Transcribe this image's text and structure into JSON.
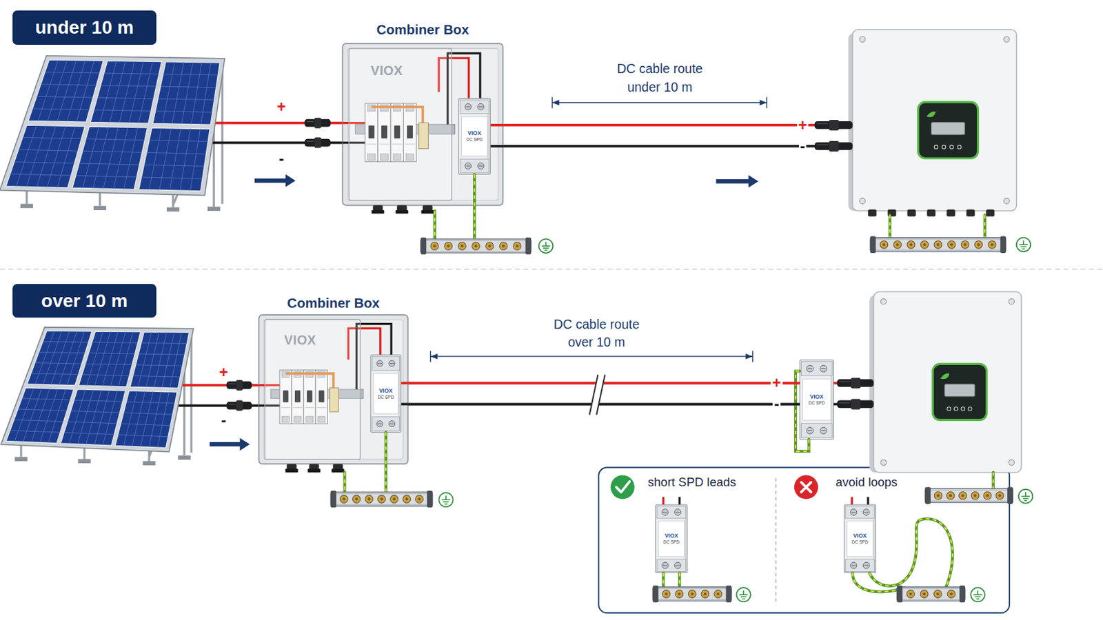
{
  "diagram": {
    "nodes": [
      {
        "text": [
          "under 10 m"
        ]
      },
      {
        "text": [
          "Combiner Box",
          "VIOX"
        ]
      },
      {
        "text": [
          "VIOX",
          "DC SPD"
        ],
        "in": 1
      },
      {
        "text": [
          "over 10 m"
        ]
      },
      {
        "text": [
          "Combiner Box",
          "VIOX"
        ]
      },
      {
        "text": [
          "VIOX",
          "DC SPD"
        ],
        "in": 4
      },
      {
        "text": [
          "VIOX",
          "DC SPD"
        ]
      },
      {
        "text": [
          "short SPD leads",
          "avoid loops"
        ]
      },
      {
        "text": [
          "VIOX",
          "DC SPD"
        ],
        "in": 7
      },
      {
        "text": [
          "VIOX",
          "DC SPD"
        ],
        "in": 7
      }
    ],
    "edges": [
      {
        "from": 4,
        "to": 6,
        "arrow": "none"
      },
      {
        "from": 4,
        "to": 6,
        "arrow": "none"
      }
    ],
    "labels": [
      "+",
      "-",
      "DC cable route under 10 m",
      "+",
      "-",
      "+",
      "-",
      "DC cable route over 10 m",
      "+",
      "-"
    ]
  }
}
